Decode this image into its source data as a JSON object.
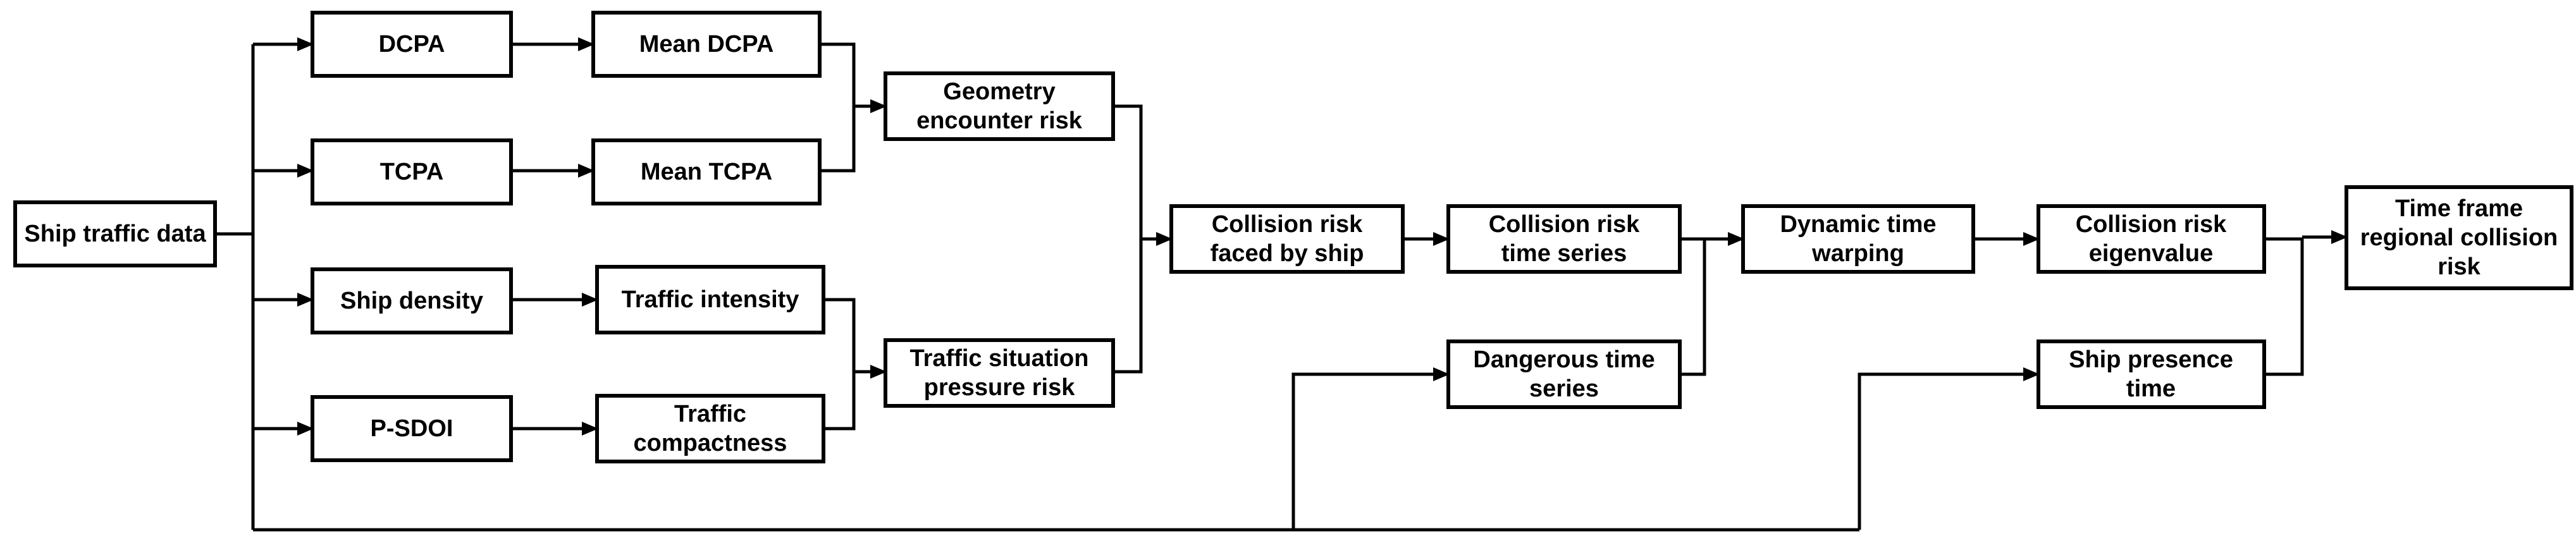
{
  "nodes": {
    "ship_traffic_data": [
      "Ship traffic data"
    ],
    "dcpa": [
      "DCPA"
    ],
    "mean_dcpa": [
      "Mean DCPA"
    ],
    "tcpa": [
      "TCPA"
    ],
    "mean_tcpa": [
      "Mean TCPA"
    ],
    "ship_density": [
      "Ship density"
    ],
    "traffic_intensity": [
      "Traffic intensity"
    ],
    "psdoi": [
      "P-SDOI"
    ],
    "traffic_compactness": [
      "Traffic",
      "compactness"
    ],
    "geometry_risk": [
      "Geometry",
      "encounter risk"
    ],
    "pressure_risk": [
      "Traffic situation",
      "pressure risk"
    ],
    "collision_risk_ship": [
      "Collision risk",
      "faced by ship"
    ],
    "collision_time_series": [
      "Collision risk",
      "time series"
    ],
    "dangerous_time_series": [
      "Dangerous time",
      "series"
    ],
    "dtw": [
      "Dynamic time",
      "warping"
    ],
    "eigenvalue": [
      "Collision risk",
      "eigenvalue"
    ],
    "presence_time": [
      "Ship presence",
      "time"
    ],
    "regional_risk": [
      "Time frame",
      "regional collision",
      "risk"
    ]
  },
  "colors": {
    "stroke": "#000000",
    "background": "#ffffff"
  }
}
